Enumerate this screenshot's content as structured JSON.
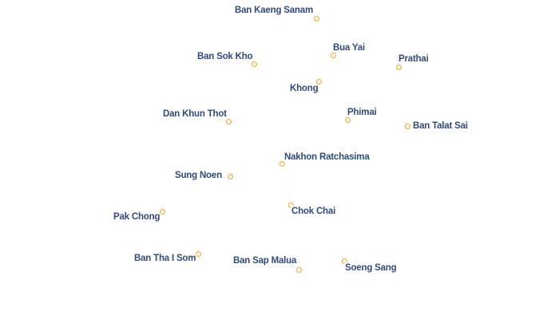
{
  "map": {
    "marker_color": "#e8a93a",
    "label_color": "#2f4b7c",
    "places": [
      {
        "name": "Ban Kaeng Sanam"
      },
      {
        "name": "Bua Yai"
      },
      {
        "name": "Ban Sok Kho"
      },
      {
        "name": "Prathai"
      },
      {
        "name": "Khong"
      },
      {
        "name": "Dan Khun Thot"
      },
      {
        "name": "Phimai"
      },
      {
        "name": "Ban Talat Sai"
      },
      {
        "name": "Nakhon Ratchasima"
      },
      {
        "name": "Sung Noen"
      },
      {
        "name": "Chok Chai"
      },
      {
        "name": "Pak Chong"
      },
      {
        "name": "Ban Tha I Som"
      },
      {
        "name": "Ban Sap Malua"
      },
      {
        "name": "Soeng Sang"
      }
    ]
  }
}
